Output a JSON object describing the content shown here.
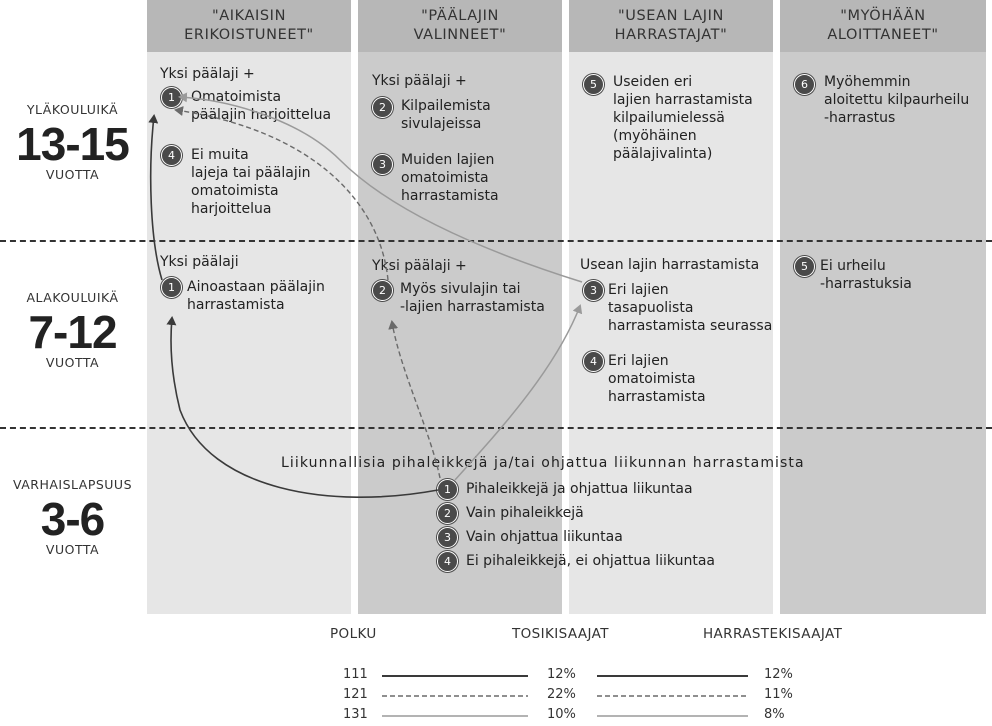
{
  "columns": [
    {
      "title_line1": "\"AIKAISIN",
      "title_line2": "ERIKOISTUNEET\""
    },
    {
      "title_line1": "\"PÄÄLAJIN",
      "title_line2": "VALINNEET\""
    },
    {
      "title_line1": "\"USEAN LAJIN",
      "title_line2": "HARRASTAJAT\""
    },
    {
      "title_line1": "\"MYÖHÄÄN",
      "title_line2": "ALOITTANEET\""
    }
  ],
  "ages": [
    {
      "label": "YLÄKOULUIKÄ",
      "range": "13-15",
      "unit": "VUOTTA"
    },
    {
      "label": "ALAKOULUIKÄ",
      "range": "7-12",
      "unit": "VUOTTA"
    },
    {
      "label": "VARHAISLAPSUUS",
      "range": "3-6",
      "unit": "VUOTTA"
    }
  ],
  "teen": {
    "c1": {
      "heading": "Yksi päälaji +",
      "i1_n": "1",
      "i1_l1": "Omatoimista",
      "i1_l2": "päälajin harjoittelua",
      "i4_n": "4",
      "i4_l1": "Ei muita",
      "i4_l2": "lajeja tai päälajin",
      "i4_l3": "omatoimista",
      "i4_l4": "harjoittelua"
    },
    "c2": {
      "heading": "Yksi päälaji +",
      "i2_n": "2",
      "i2_l1": "Kilpailemista",
      "i2_l2": "sivulajeissa",
      "i3_n": "3",
      "i3_l1": "Muiden lajien",
      "i3_l2": "omatoimista",
      "i3_l3": "harrastamista"
    },
    "c3": {
      "i5_n": "5",
      "l1": "Useiden eri",
      "l2": "lajien harrastamista",
      "l3": "kilpailumielessä",
      "l4": "(myöhäinen",
      "l5": "päälajivalinta)"
    },
    "c4": {
      "i6_n": "6",
      "l1": "Myöhemmin",
      "l2": "aloitettu kilpaurheilu",
      "l3": "-harrastus"
    }
  },
  "child": {
    "c1": {
      "heading": "Yksi päälaji",
      "i1_n": "1",
      "l1": "Ainoastaan päälajin",
      "l2": "harrastamista"
    },
    "c2": {
      "heading": "Yksi päälaji +",
      "i2_n": "2",
      "l1": "Myös sivulajin tai",
      "l2": "-lajien harrastamista"
    },
    "c3": {
      "heading": "Usean lajin harrastamista",
      "i3_n": "3",
      "i3_l1": "Eri lajien",
      "i3_l2": "tasapuolista",
      "i3_l3": "harrastamista seurassa",
      "i4_n": "4",
      "i4_l1": "Eri  lajien",
      "i4_l2": "omatoimista",
      "i4_l3": "harrastamista"
    },
    "c4": {
      "i5_n": "5",
      "l1": "Ei urheilu",
      "l2": "-harrastuksia"
    }
  },
  "early": {
    "heading": "Liikunnallisia pihaleikkejä ja/tai ohjattua liikunnan harrastamista",
    "items": [
      {
        "n": "1",
        "label": "Pihaleikkejä ja ohjattua liikuntaa"
      },
      {
        "n": "2",
        "label": "Vain pihaleikkejä"
      },
      {
        "n": "3",
        "label": "Vain ohjattua liikuntaa"
      },
      {
        "n": "4",
        "label": "Ei pihaleikkejä, ei ohjattua liikuntaa"
      }
    ]
  },
  "legend": {
    "h_path": "POLKU",
    "h_a": "TOSIKISAAJAT",
    "h_b": "HARRASTEKISAAJAT",
    "rows": [
      {
        "code": "111",
        "a": "12%",
        "b": "12%"
      },
      {
        "code": "121",
        "a": "22%",
        "b": "11%"
      },
      {
        "code": "131",
        "a": "10%",
        "b": "8%"
      }
    ]
  },
  "colors": {
    "column_bg_light": "#e6e6e6",
    "column_bg_dark": "#cbcbcb",
    "header_bg": "#b7b7b7",
    "arrow_dark": "#3a3a3a",
    "arrow_gray": "#9a9a9a"
  }
}
